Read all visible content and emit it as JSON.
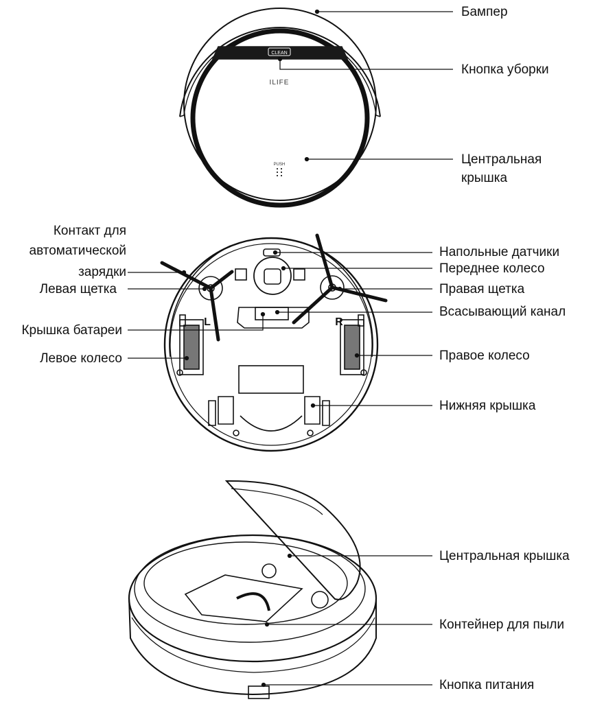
{
  "top_view": {
    "clean_button_text": "CLEAN",
    "brand": "ILIFE",
    "push_text": "PUSH",
    "labels": {
      "bumper": "Бампер",
      "clean_button": "Кнопка уборки",
      "center_cover_line1": "Центральная",
      "center_cover_line2": "крышка"
    }
  },
  "bottom_view": {
    "left_mark": "L",
    "right_mark": "R",
    "labels": {
      "charge_contact_line1": "Контакт для",
      "charge_contact_line2": "автоматической",
      "charge_contact_line3": "зарядки",
      "left_brush": "Левая щетка",
      "battery_cover": "Крышка батареи",
      "left_wheel": "Левое колесо",
      "floor_sensors": "Напольные датчики",
      "front_wheel": "Переднее колесо",
      "right_brush": "Правая щетка",
      "suction_channel": "Всасывающий канал",
      "right_wheel": "Правое колесо",
      "bottom_cover": "Нижняя крышка"
    }
  },
  "open_view": {
    "labels": {
      "center_cover": "Центральная крышка",
      "dust_bin": "Контейнер для пыли",
      "power_button": "Кнопка питания"
    }
  }
}
